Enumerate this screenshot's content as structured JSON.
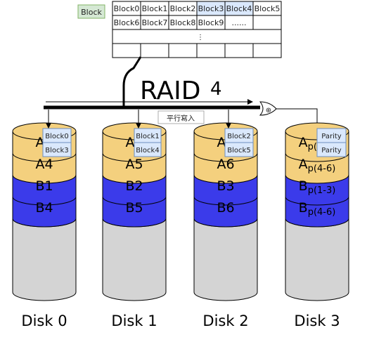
{
  "block_legend": "Block",
  "table": {
    "rows": [
      [
        "Block0",
        "Block1",
        "Block2",
        "Block3",
        "Block4",
        "Block5"
      ],
      [
        "Block6",
        "Block7",
        "Block8",
        "Block9",
        "......",
        ""
      ]
    ],
    "highlight_color": "#dae8fc",
    "ellipsis": "⋮"
  },
  "title": {
    "text": "RAID",
    "number": "4"
  },
  "parallel_write_label": "平行寫入",
  "xor_symbol": "⊕",
  "disks": [
    {
      "name": "Disk 0",
      "segments": [
        "A1",
        "A4",
        "B1",
        "B4"
      ],
      "tags": [
        "Block0",
        "Block3"
      ]
    },
    {
      "name": "Disk 1",
      "segments": [
        "A2",
        "A5",
        "B2",
        "B5"
      ],
      "tags": [
        "Block1",
        "Block4"
      ]
    },
    {
      "name": "Disk 2",
      "segments": [
        "A3",
        "A6",
        "B3",
        "B6"
      ],
      "tags": [
        "Block2",
        "Block5"
      ]
    },
    {
      "name": "Disk 3",
      "segments": [
        {
          "base": "A",
          "sub": "p(1-3)"
        },
        {
          "base": "A",
          "sub": "p(4-6)"
        },
        {
          "base": "B",
          "sub": "p(1-3)"
        },
        {
          "base": "B",
          "sub": "p(4-6)"
        }
      ],
      "tags": [
        "Parity",
        "Parity"
      ]
    }
  ],
  "colors": {
    "yellow": "#f4d07e",
    "blue": "#3b3bea",
    "gray": "#d4d4d4",
    "tag": "#dae8fc",
    "legend": "#d5e8d4"
  }
}
